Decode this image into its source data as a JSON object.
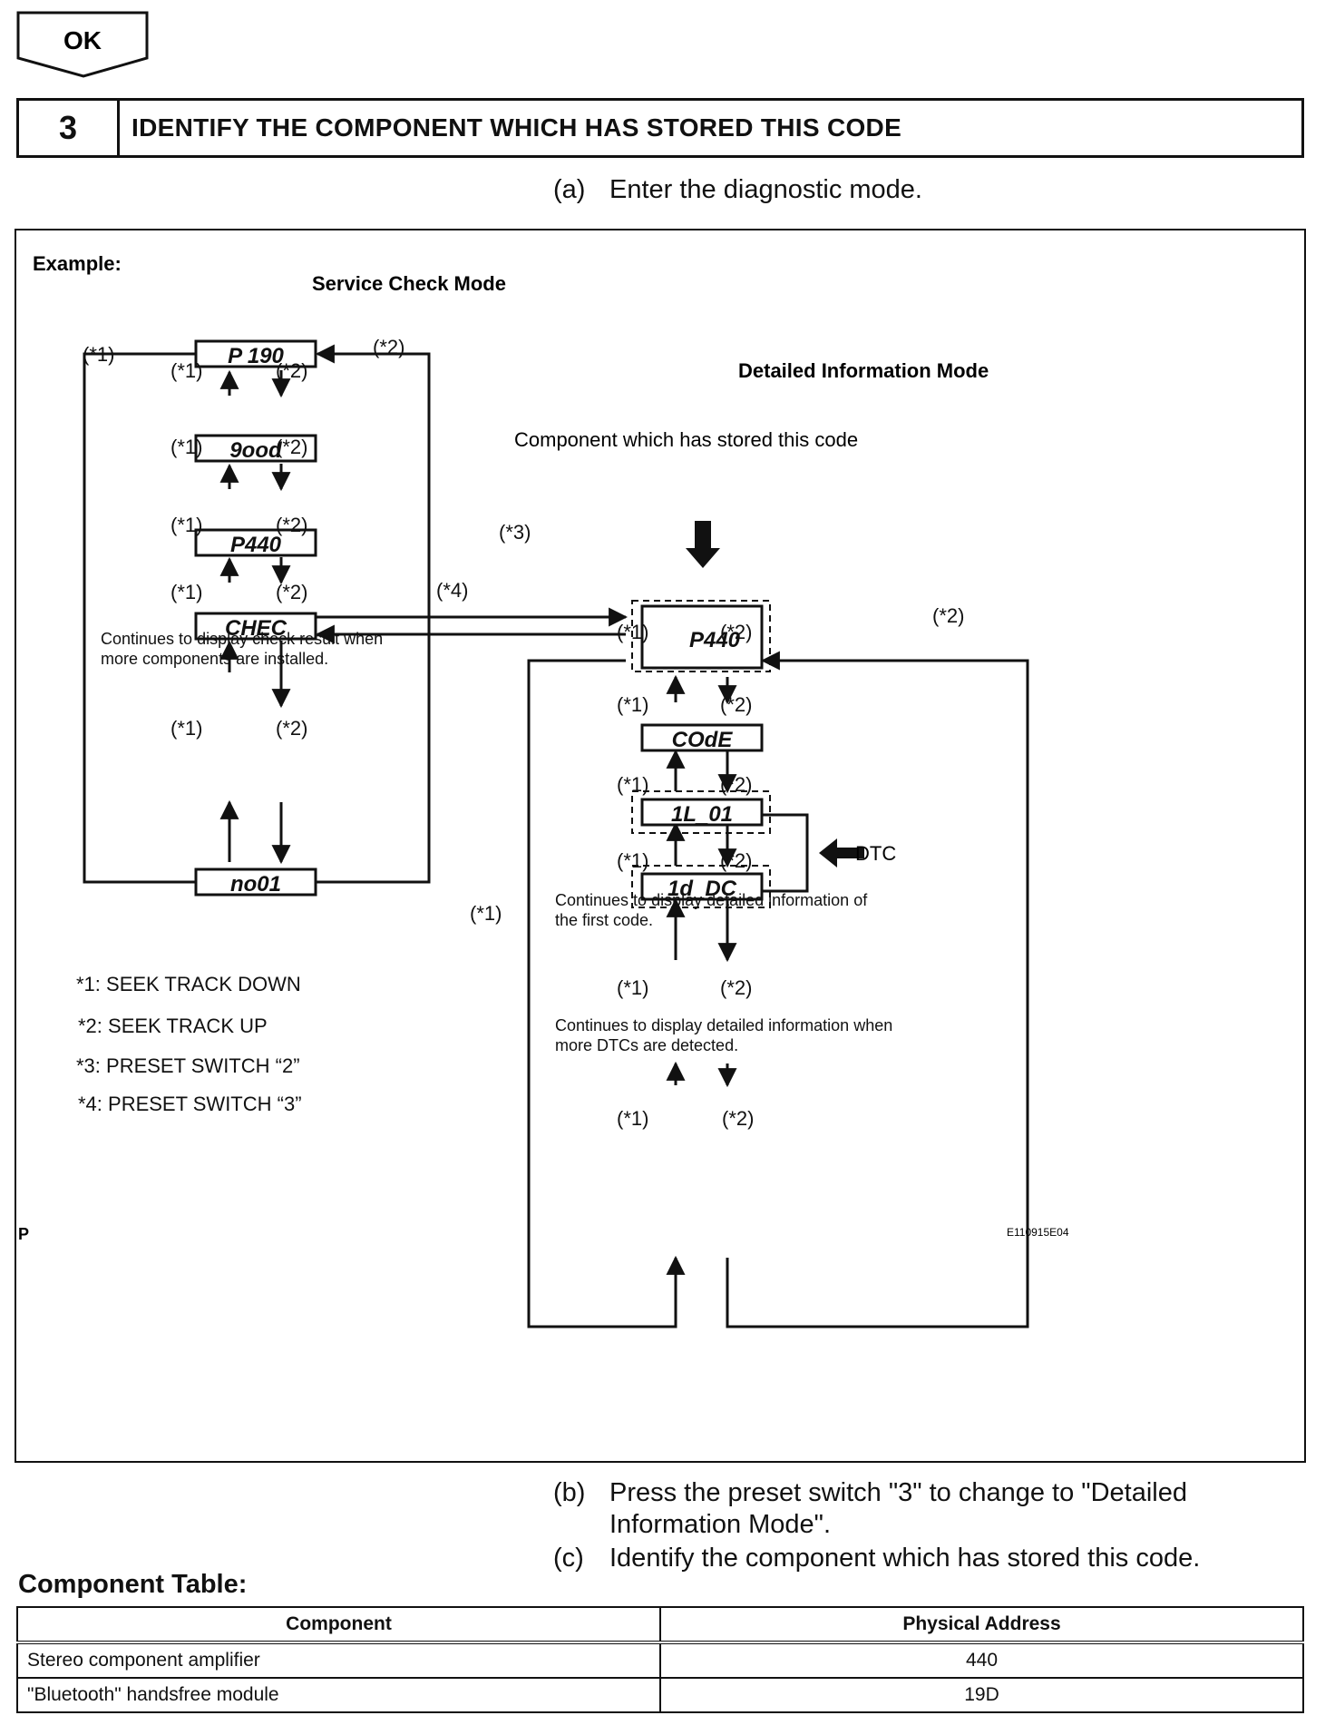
{
  "badge": {
    "label": "OK"
  },
  "step": {
    "number": "3",
    "title": "IDENTIFY THE COMPONENT WHICH HAS STORED THIS CODE"
  },
  "instructions": {
    "a": {
      "label": "(a)",
      "text": "Enter the diagnostic mode."
    },
    "b": {
      "label": "(b)",
      "line1": "Press the preset switch \"3\" to change to \"Detailed",
      "line2": "Information Mode\"."
    },
    "c": {
      "label": "(c)",
      "text": "Identify the component which has stored this code."
    }
  },
  "diagram": {
    "example_label": "Example:",
    "service_title": "Service Check Mode",
    "detailed_title": "Detailed Information Mode",
    "component_label": "Component which has stored this code",
    "dtc_label": "DTC",
    "displays_left": [
      "P 190",
      "9ood",
      "P440",
      "CHEC",
      "no01"
    ],
    "displays_right": [
      "P440",
      "COdE",
      "1L_01",
      "1d_DC"
    ],
    "refs": {
      "r1": "(*1)",
      "r2": "(*2)",
      "r3": "(*3)",
      "r4": "(*4)"
    },
    "note_left_1": "Continues to display check result when",
    "note_left_2": "more components are installed.",
    "note_right_1a": "Continues to display detailed information of",
    "note_right_1b": "the first code.",
    "note_right_2a": "Continues to display detailed information when",
    "note_right_2b": "more DTCs are detected.",
    "legend": [
      "*1: SEEK TRACK DOWN",
      "*2: SEEK TRACK UP",
      "*3: PRESET SWITCH “2”",
      "*4: PRESET SWITCH “3”"
    ],
    "corner_left": "P",
    "figure_id": "E110915E04"
  },
  "component_table": {
    "title": "Component Table:",
    "headers": [
      "Component",
      "Physical Address"
    ],
    "rows": [
      [
        "Stereo component amplifier",
        "440"
      ],
      [
        "\"Bluetooth\" handsfree module",
        "19D"
      ]
    ]
  }
}
